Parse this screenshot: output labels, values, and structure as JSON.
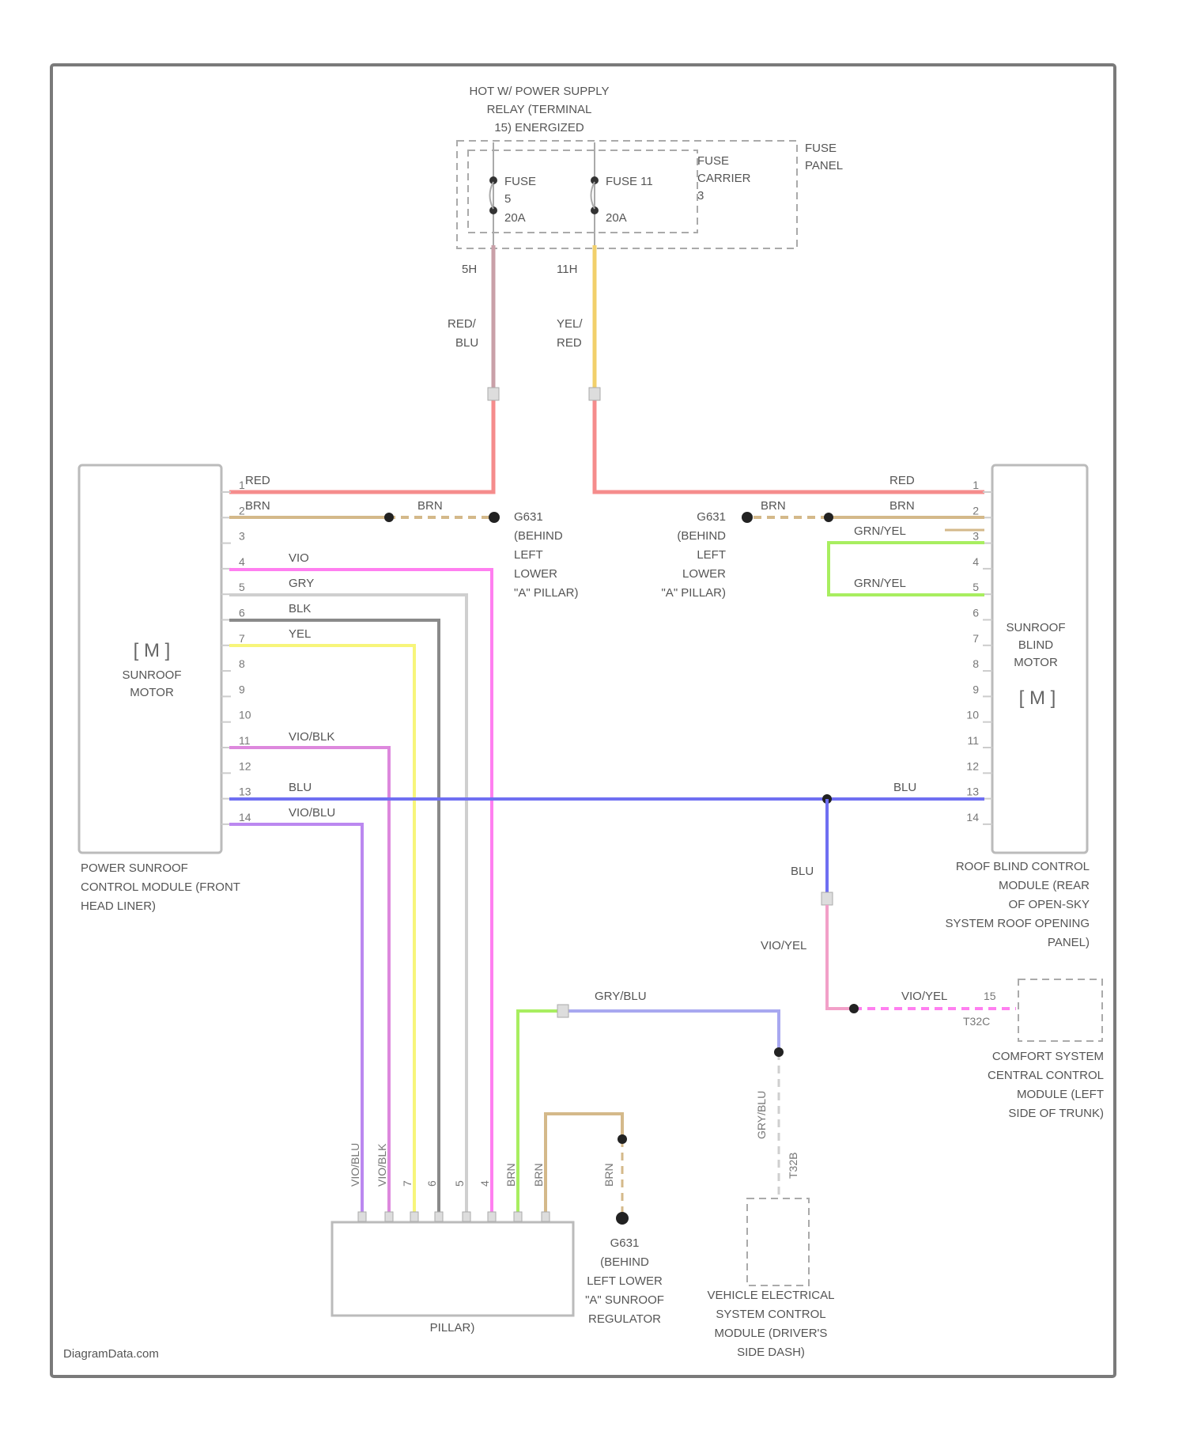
{
  "power_supply": {
    "line1": "HOT W/ POWER SUPPLY",
    "line2": "RELAY (TERMINAL",
    "line3": "15) ENERGIZED"
  },
  "fuse_panel": {
    "line1": "FUSE",
    "line2": "PANEL"
  },
  "fuse_carrier": {
    "line1": "FUSE",
    "line2": "CARRIER",
    "line3": "3"
  },
  "fuse_a": {
    "name": "FUSE",
    "num": "5",
    "amps": "20A",
    "terminal": "5H"
  },
  "fuse_b": {
    "name": "FUSE 11",
    "amps": "20A",
    "terminal": "11H"
  },
  "wire_left_feed": {
    "c1": "RED/",
    "c2": "BLU"
  },
  "wire_right_feed": {
    "c1": "YEL/",
    "c2": "RED"
  },
  "left_module": {
    "motor_symbol": "[ M ]",
    "motor_l1": "SUNROOF",
    "motor_l2": "MOTOR",
    "cap1": "POWER SUNROOF",
    "cap2": "CONTROL MODULE (FRONT",
    "cap3": "HEAD LINER)",
    "pins": [
      "1",
      "2",
      "3",
      "4",
      "5",
      "6",
      "7",
      "8",
      "9",
      "10",
      "11",
      "12",
      "13",
      "14"
    ],
    "wires": {
      "p1": "RED",
      "p2": "BRN",
      "p4": "VIO",
      "p5": "GRY",
      "p6": "BLK",
      "p7": "YEL",
      "p11": "VIO/BLK",
      "p13": "BLU",
      "p14": "VIO/BLU"
    }
  },
  "right_module": {
    "motor_l1": "SUNROOF",
    "motor_l2": "BLIND",
    "motor_l3": "MOTOR",
    "motor_symbol": "[ M ]",
    "cap1": "ROOF BLIND CONTROL",
    "cap2": "MODULE (REAR",
    "cap3": "OF OPEN-SKY",
    "cap4": "SYSTEM ROOF OPENING",
    "cap5": "PANEL)",
    "pins": [
      "1",
      "2",
      "3",
      "4",
      "5",
      "6",
      "7",
      "8",
      "9",
      "10",
      "11",
      "12",
      "13",
      "14"
    ],
    "wires": {
      "p1": "RED",
      "p2": "BRN",
      "p3": "GRN/YEL",
      "p5": "GRN/YEL",
      "p13": "BLU"
    }
  },
  "brn_mid_left": "BRN",
  "brn_mid_right": "BRN",
  "ground_left": {
    "l1": "G631",
    "l2": "(BEHIND",
    "l3": "LEFT",
    "l4": "LOWER",
    "l5": "\"A\" PILLAR)"
  },
  "ground_right": {
    "l1": "G631",
    "l2": "(BEHIND",
    "l3": "LEFT",
    "l4": "LOWER",
    "l5": "\"A\" PILLAR)"
  },
  "blu_down": "BLU",
  "vio_yel": "VIO/YEL",
  "vio_yel_2": "VIO/YEL",
  "t32c": {
    "pin": "15",
    "conn": "T32C"
  },
  "comfort": {
    "l1": "COMFORT SYSTEM",
    "l2": "CENTRAL CONTROL",
    "l3": "MODULE (LEFT",
    "l4": "SIDE OF TRUNK)"
  },
  "gry_blu": "GRY/BLU",
  "gry_blu_v": "GRY/BLU",
  "gry_blu_conn": "T32B",
  "vesc": {
    "l1": "VEHICLE ELECTRICAL",
    "l2": "SYSTEM CONTROL",
    "l3": "MODULE (DRIVER'S",
    "l4": "SIDE DASH)"
  },
  "pillar_label": "PILLAR)",
  "pillar_connector_labels": [
    "VIO/BLU",
    "VIO/BLK",
    "7",
    "6",
    "5",
    "4",
    "BRN",
    "BRN"
  ],
  "brn_ground_small": "BRN",
  "g632": {
    "l1": "G631",
    "l2": "(BEHIND",
    "l3": "LEFT LOWER",
    "l4": "\"A\" SUNROOF",
    "l5": "REGULATOR"
  },
  "watermark": "DiagramData.com",
  "colors": {
    "red": "#f58c8c",
    "red_blu": "#c9a0a8",
    "yel_red": "#f2d06b",
    "brn": "#d4b98a",
    "vio": "#ff7ff0",
    "gry": "#cfcfcf",
    "blk": "#8a8a8a",
    "yel": "#f7f57a",
    "vio_blk": "#dd88dd",
    "blu": "#6f6ff2",
    "vio_blu": "#bb88f0",
    "grn_yel": "#a8ee60",
    "gry_blu": "#a8a8f0",
    "vio_yel": "#f2a0c8",
    "frame": "#7a7a7a"
  }
}
